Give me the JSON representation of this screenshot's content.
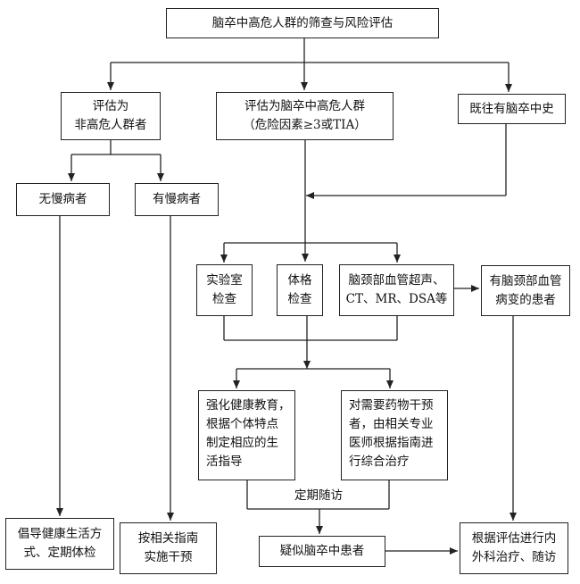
{
  "title": "脑卒中高危人群的筛查与风险评估",
  "nodes": {
    "low_risk": [
      "评估为",
      "非高危人群者"
    ],
    "high_risk": [
      "评估为脑卒中高危人群",
      "（危险因素≥3或TIA）"
    ],
    "history": "既往有脑卒中史",
    "no_chronic": "无慢病者",
    "has_chronic": "有慢病者",
    "lab": [
      "实验室",
      "检查"
    ],
    "physical": [
      "体格",
      "检查"
    ],
    "imaging": [
      "脑颈部血管超声、",
      "CT、MR、DSA等"
    ],
    "vascular_lesion": [
      "有脑颈部血管",
      "病变的患者"
    ],
    "education": [
      "强化健康教育，",
      "根据个体特点",
      "制定相应的生",
      "活指导"
    ],
    "drug": [
      "对需要药物干预",
      "者，由相关专业",
      "医师根据指南进",
      "行综合治疗"
    ],
    "followup": "定期随访",
    "lifestyle": [
      "倡导健康生活方",
      "式、定期体检"
    ],
    "guideline": [
      "按相关指南",
      "实施干预"
    ],
    "suspected": "疑似脑卒中患者",
    "treatment": [
      "根据评估进行内",
      "外科治疗、随访"
    ]
  },
  "colors": {
    "line": "#222222",
    "box_border": "#222222",
    "text": "#111111"
  }
}
